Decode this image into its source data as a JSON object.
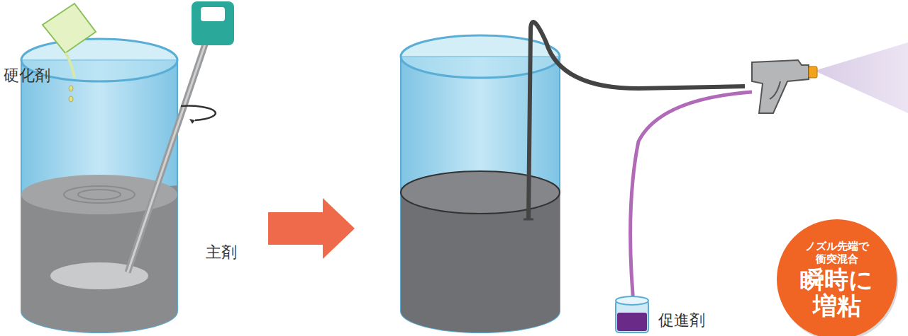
{
  "diagram": {
    "nodes": [
      {
        "text": [
          "ノズル先端で 衝突混合",
          "瞬時に 増粘"
        ]
      }
    ],
    "labels": [
      "硬化剤",
      "主剤",
      "促進剤"
    ]
  }
}
